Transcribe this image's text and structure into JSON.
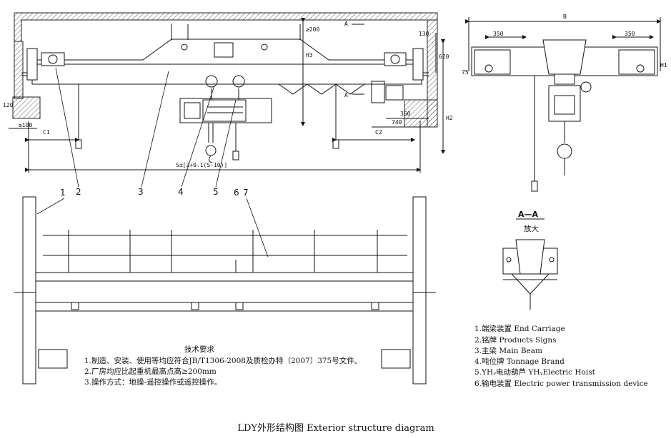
{
  "caption": "LDY外形结构图 Exterior structure diagram",
  "legend": [
    "1.端梁装置 End Carriage",
    "2.铭牌 Products Signs",
    "3.主梁 Main Beam",
    "4.吨位牌 Tonnage Brand",
    "5.YHᵧ电动葫芦 YHᵧElectric Hoist",
    "6.输电装置 Electric power transmission device"
  ],
  "notes": {
    "title": "技术要求",
    "lines": [
      "1.制造、安装、使用等均应符合JB/T1306-2008及质检办特（2007）375号文件。",
      "2.厂房均应比起重机最高点高≥200mm",
      "3.操作方式：地操-遥控操作或遥控操作。"
    ]
  },
  "section": {
    "title": "A—A",
    "subtitle": "放大"
  },
  "callouts": [
    "1",
    "2",
    "3",
    "4",
    "5",
    "6",
    "7"
  ],
  "dimensions": {
    "span": "S±[2+0.1(S-10)]",
    "c1": "C1",
    "c2": "C2",
    "d120": "120",
    "d100": "≥100",
    "d200": "≥200",
    "h3": "H3",
    "h2": "H2",
    "h1": "H1",
    "d130": "130",
    "d620": "620",
    "d360": "360",
    "d740": "740",
    "b": "B",
    "d350l": "350",
    "d350r": "350",
    "d75": "75",
    "sec_mark_a1": "A",
    "sec_mark_a2": "A"
  }
}
